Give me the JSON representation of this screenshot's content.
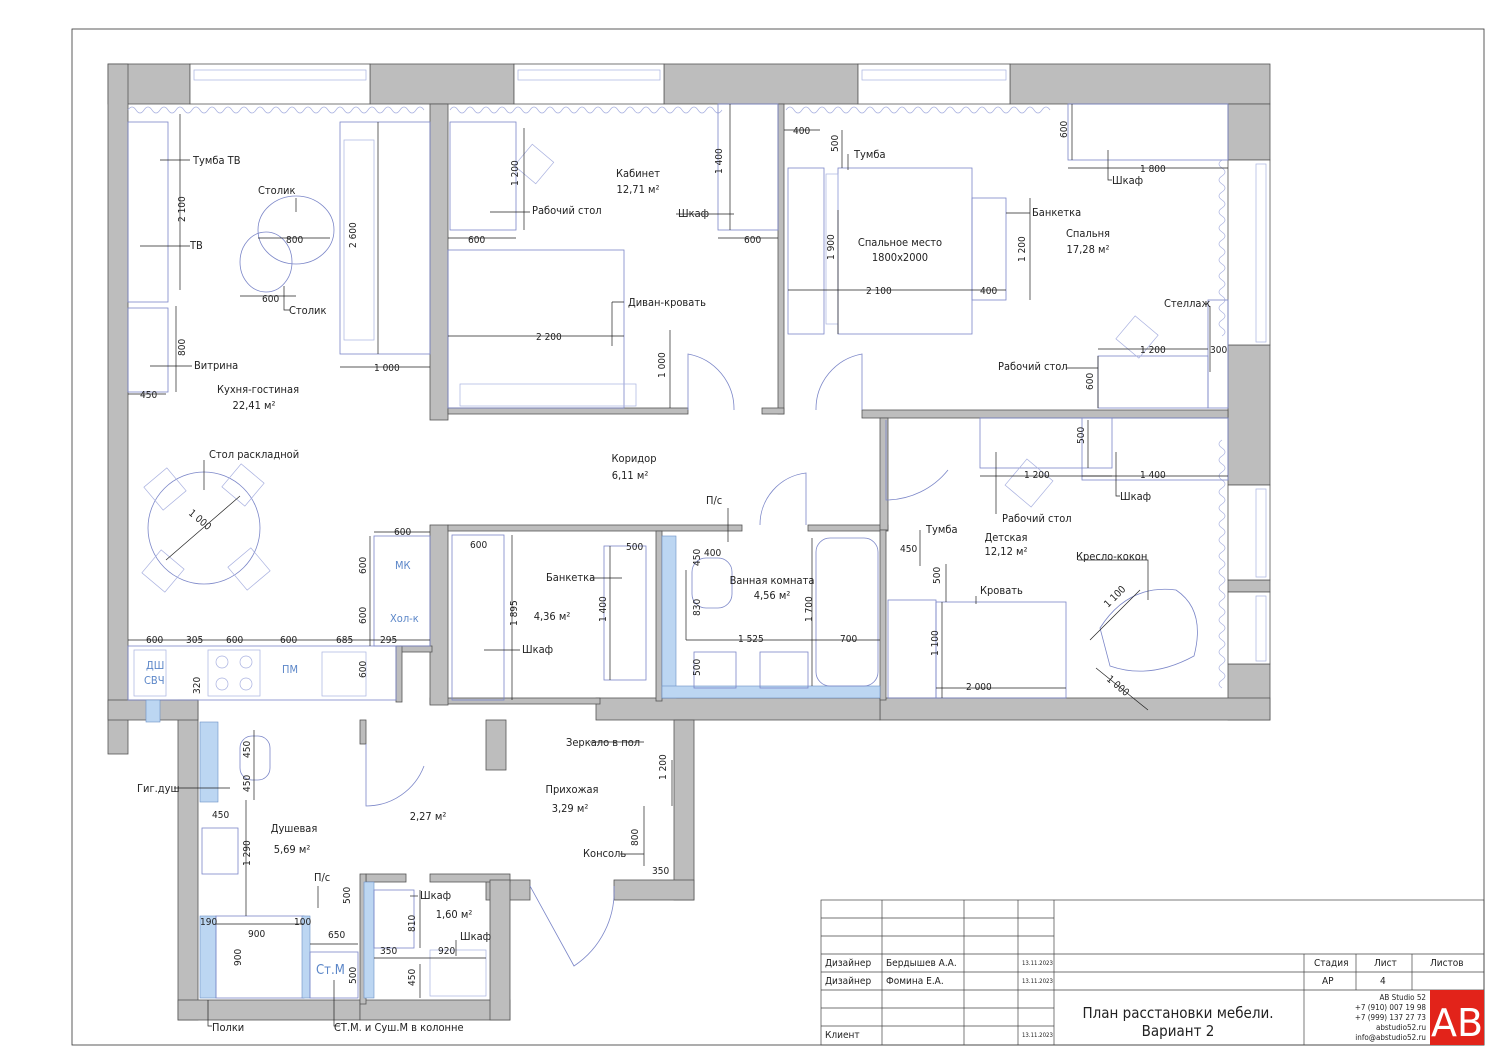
{
  "rooms": {
    "kitchen": {
      "name": "Кухня-гостиная",
      "area": "22,41 м²"
    },
    "cabinet": {
      "name": "Кабинет",
      "area": "12,71 м²"
    },
    "bedroom": {
      "name": "Спальня",
      "area": "17,28 м²"
    },
    "corridor": {
      "name": "Коридор",
      "area": "6,11 м²"
    },
    "wardrobe": {
      "area": "4,36 м²"
    },
    "bathroom": {
      "name": "Ванная комната",
      "area": "4,56 м²"
    },
    "kids": {
      "name": "Детская",
      "area": "12,12 м²"
    },
    "shower": {
      "name": "Душевая",
      "area": "5,69 м²"
    },
    "small": {
      "area": "2,27 м²"
    },
    "hall": {
      "name": "Прихожая",
      "area": "3,29 м²"
    },
    "closet": {
      "area": "1,60 м²"
    }
  },
  "labels": {
    "tumba_tv": "Тумба ТВ",
    "stolik1": "Столик",
    "tv": "ТВ",
    "stolik2": "Столик",
    "vitrina": "Витрина",
    "stol_rask": "Стол раскладной",
    "rab_stol1": "Рабочий стол",
    "shkaf1": "Шкаф",
    "divan": "Диван-кровать",
    "tumba1": "Тумба",
    "bed_place": "Спальное место",
    "bed_size": "1800x2000",
    "banketka1": "Банкетка",
    "shkaf2": "Шкаф",
    "stellazh": "Стеллаж",
    "rab_stol2": "Рабочий стол",
    "ps1": "П/с",
    "banketka2": "Банкетка",
    "shkaf3": "Шкаф",
    "mk": "МК",
    "hol": "Хол-к",
    "dsh": "ДШ",
    "svch": "СВЧ",
    "pm": "ПМ",
    "tumba2": "Тумба",
    "rab_stol3": "Рабочий стол",
    "shkaf4": "Шкаф",
    "kreslo": "Кресло-кокон",
    "krovat": "Кровать",
    "gigdush": "Гиг.душ",
    "ps2": "П/с",
    "zerkalo": "Зеркало в пол",
    "konsol": "Консоль",
    "shkaf5": "Шкаф",
    "shkaf6": "Шкаф",
    "polki": "Полки",
    "stm_kol": "СТ.М. и Суш.М в колонне",
    "stm": "Ст.М"
  },
  "dims": {
    "k_2100": "2 100",
    "k_800a": "800",
    "k_600a": "600",
    "k_2600": "2 600",
    "k_800b": "800",
    "k_450": "450",
    "k_1000": "1 000",
    "k_1000d": "1 000",
    "k_600b": "600",
    "k_600c": "600",
    "k_600d": "600",
    "row_600a": "600",
    "row_305": "305",
    "row_600b": "600",
    "row_600c": "600",
    "row_685": "685",
    "row_295": "295",
    "k_320": "320",
    "k_600e": "600",
    "c_1200": "1 200",
    "c_600": "600",
    "c_1400": "1 400",
    "c_600b": "600",
    "c_2200": "2 200",
    "c_1000": "1 000",
    "b_400": "400",
    "b_500": "500",
    "b_600": "600",
    "b_1800": "1 800",
    "b_1900": "1 900",
    "b_2100": "2 100",
    "b_400b": "400",
    "b_1200": "1 200",
    "b_1200b": "1 200",
    "b_300": "300",
    "b_600b": "600",
    "w_600": "600",
    "w_500": "500",
    "w_1895": "1 895",
    "w_1400": "1 400",
    "bt_400": "400",
    "bt_450": "450",
    "bt_830": "830",
    "bt_1525": "1 525",
    "bt_1700": "1 700",
    "bt_700": "700",
    "bt_500": "500",
    "d_500": "500",
    "d_1200": "1 200",
    "d_1400": "1 400",
    "d_450": "450",
    "d_500b": "500",
    "d_1100": "1 100",
    "d_2000": "2 000",
    "d_1100b": "1 100",
    "d_1000": "1 000",
    "s_450a": "450",
    "s_450b": "450",
    "s_1290": "1 290",
    "s_500": "500",
    "s_190": "190",
    "s_900": "900",
    "s_100": "100",
    "s_650": "650",
    "s_500b": "500",
    "s_900b": "900",
    "h_1200": "1 200",
    "h_800": "800",
    "h_350": "350",
    "cl_810": "810",
    "cl_350": "350",
    "cl_920": "920",
    "cl_450": "450"
  },
  "title_block": {
    "col_stage": "Стадия",
    "col_sheet": "Лист",
    "col_sheets": "Листов",
    "stage": "АР",
    "sheet": "4",
    "sheets": "",
    "r1_role": "Дизайнер",
    "r1_name": "Бердышев А.А.",
    "r1_date": "13.11.2023",
    "r2_role": "Дизайнер",
    "r2_name": "Фомина Е.А.",
    "r2_date": "13.11.2023",
    "r3_role": "Клиент",
    "r3_date": "13.11.2023",
    "title_l1": "План расстановки мебели.",
    "title_l2": "Вариант 2",
    "studio": "AB Studio 52",
    "phone1": "+7 (910) 007 19 98",
    "phone2": "+7 (999) 137 27 73",
    "site": "abstudio52.ru",
    "email": "info@abstudio52.ru",
    "logo": "AB"
  },
  "colors": {
    "logo": "#e2231a",
    "wall": "#bdbdbd",
    "furniture": "#7b86c8",
    "tile": "#bcd6f2"
  }
}
